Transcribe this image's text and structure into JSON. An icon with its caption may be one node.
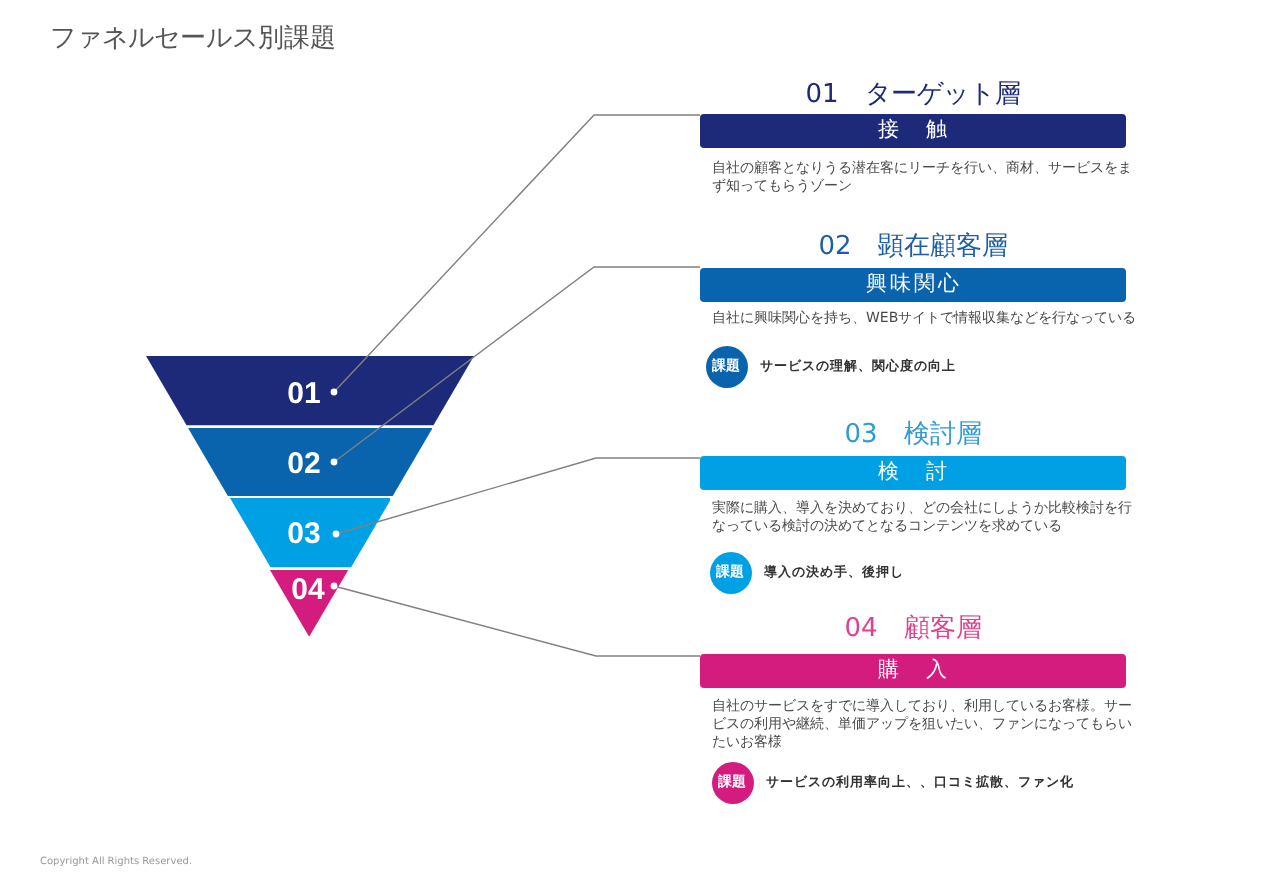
{
  "diagram": {
    "title": "ファネルセールス別課題",
    "nodes": [
      {
        "text": [
          "01"
        ]
      },
      {
        "text": [
          "02"
        ]
      },
      {
        "text": [
          "03"
        ]
      },
      {
        "text": [
          "04"
        ]
      },
      {
        "text": [
          "01　ターゲット層",
          "接　触"
        ],
        "beside": [
          "自社の顧客となりうる潜在客にリーチを行い、商材、サービスをまず知ってもらうゾーン"
        ]
      },
      {
        "text": [
          "02　顕在顧客層",
          "興味関心"
        ],
        "beside": [
          "自社に興味関心を持ち、WEBサイトで情報収集などを行なっている"
        ]
      },
      {
        "text": [
          "課題"
        ],
        "beside": [
          "サービスの理解、関心度の向上"
        ]
      },
      {
        "text": [
          "03　検討層",
          "検　討"
        ],
        "beside": [
          "実際に購入、導入を決めており、どの会社にしようか比較検討を行なっている検討の決めてとなるコンテンツを求めている"
        ]
      },
      {
        "text": [
          "課題"
        ],
        "beside": [
          "導入の決め手、後押し"
        ]
      },
      {
        "text": [
          "04　顧客層",
          "購　入"
        ],
        "beside": [
          "自社のサービスをすでに導入しており、利用しているお客様。サービスの利用や継続、単価アップを狙いたい、ファンになってもらいたいお客様"
        ]
      },
      {
        "text": [
          "課題"
        ],
        "beside": [
          "サービスの利用率向上、、口コミ拡散、ファン化"
        ]
      }
    ],
    "edges": [
      {
        "from": 0,
        "to": 4,
        "arrow": "other"
      },
      {
        "from": 1,
        "to": 5,
        "arrow": "other"
      },
      {
        "from": 2,
        "to": 7,
        "arrow": "other"
      },
      {
        "from": 3,
        "to": 9,
        "arrow": "other"
      }
    ],
    "labels": [
      "Copyright All Rights Reserved."
    ]
  }
}
